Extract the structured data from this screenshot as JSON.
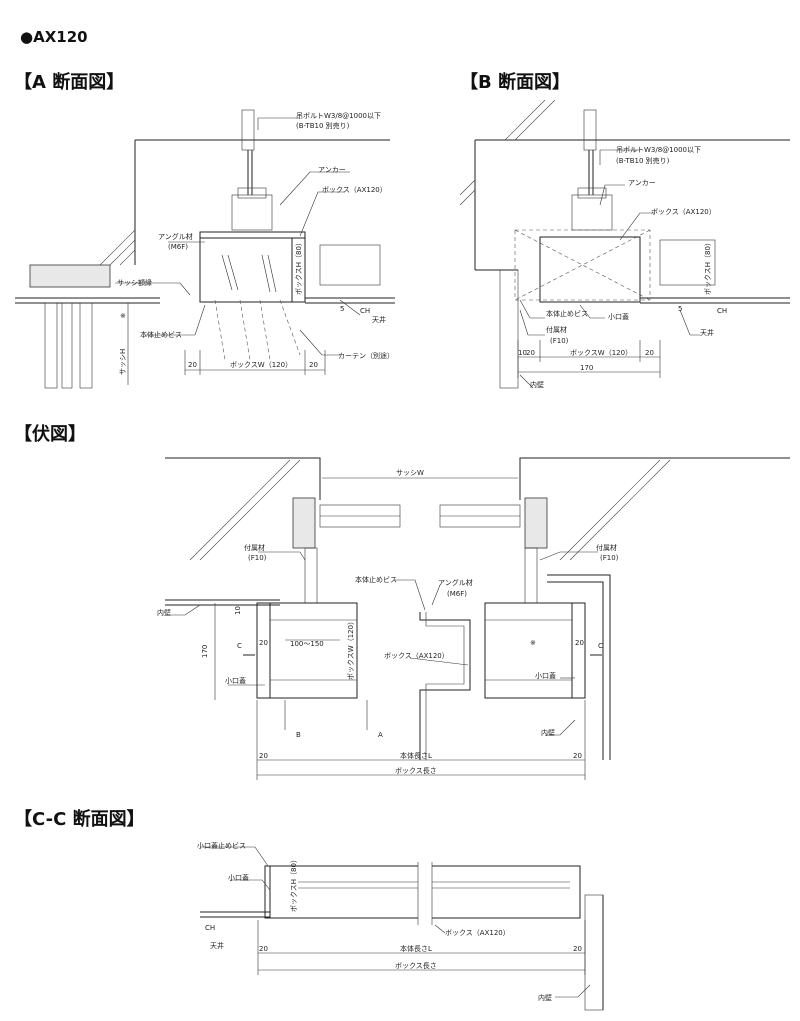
{
  "model": "●AX120",
  "sections": {
    "a": "【A 断面図】",
    "b": "【B 断面図】",
    "plan": "【伏図】",
    "cc": "【C-C 断面図】"
  },
  "labels": {
    "hanging_bolt": "吊ボルトW3/8@1000以下",
    "bolt_note": "(B-TB10 別売り)",
    "anchor": "アンカー",
    "box": "ボックス（AX120）",
    "angle": "アングル材",
    "m6f": "(M6F)",
    "sash_line": "サッシ額縁",
    "star": "※",
    "body_screw": "本体止めビス",
    "sash_h": "サッシH",
    "curtain": "カーテン（別途）",
    "box_h": "ボックスH（80）",
    "ceiling": "天井",
    "ch": "CH",
    "five": "5",
    "ten": "10",
    "twenty": "20",
    "box_w": "ボックスW（120）",
    "attach": "付属材",
    "f10": "(F10)",
    "small_lid": "小口蓋",
    "inner_wall": "内壁",
    "w170": "170",
    "sash_w": "サッシW",
    "range": "100～150",
    "box_w_v": "ボックスW（120）",
    "c": "C",
    "a": "A",
    "b": "B",
    "body_len": "本体長さL",
    "box_len": "ボックス長さ",
    "lid_screw": "小口蓋止めビス",
    "box_h_v": "ボックスH（80）",
    "box_ax": "ボックス（AX120）"
  }
}
